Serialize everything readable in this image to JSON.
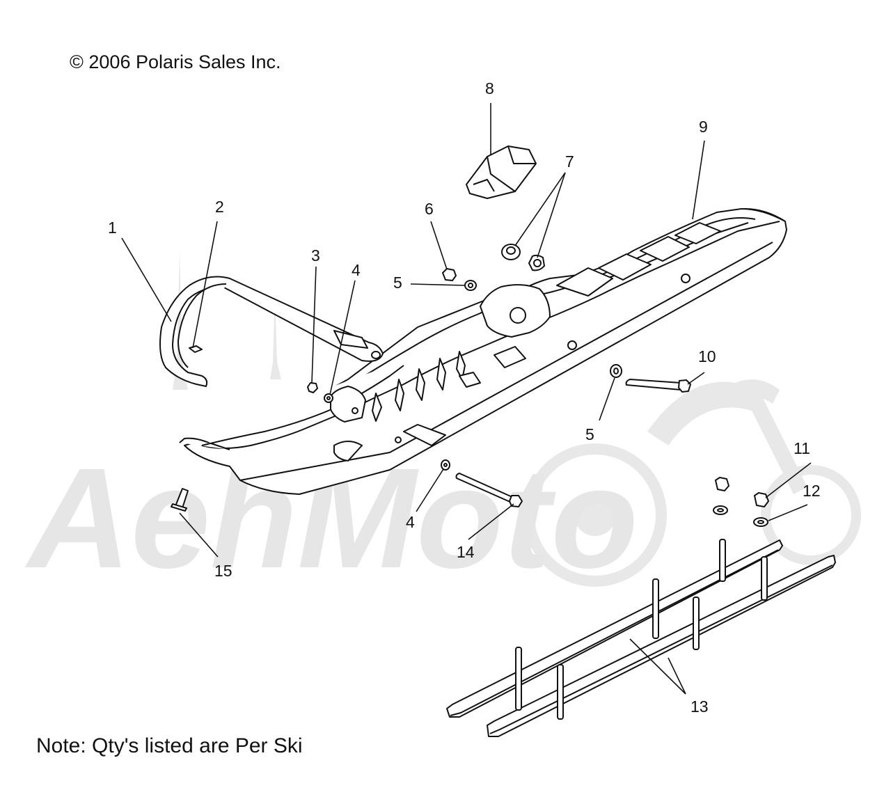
{
  "header": {
    "copyright": "© 2006 Polaris Sales Inc."
  },
  "footer": {
    "note": "Note: Qty's listed are Per Ski"
  },
  "watermark": {
    "text": "AehMoto"
  },
  "callouts": {
    "c1": "1",
    "c2": "2",
    "c3": "3",
    "c4a": "4",
    "c4b": "4",
    "c5a": "5",
    "c5b": "5",
    "c6": "6",
    "c7": "7",
    "c8": "8",
    "c9": "9",
    "c10": "10",
    "c11": "11",
    "c12": "12",
    "c13": "13",
    "c14": "14",
    "c15": "15"
  },
  "colors": {
    "line": "#111111",
    "watermark": "#e6e6e6",
    "part_fill": "#ffffff"
  }
}
